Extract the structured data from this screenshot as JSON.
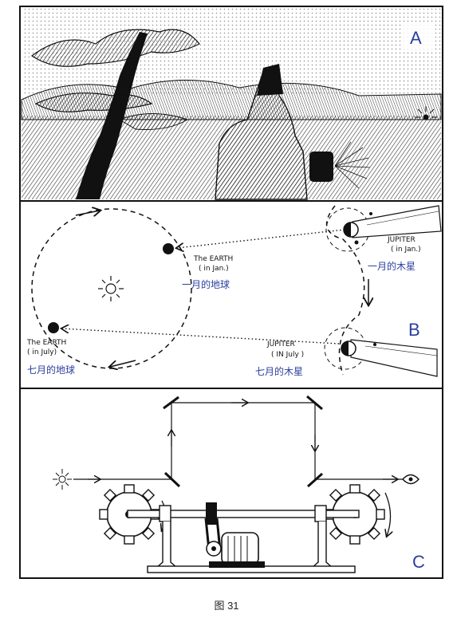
{
  "panels": {
    "a": {
      "letter": "A"
    },
    "b": {
      "letter": "B",
      "earth_jan": {
        "label_line1": "The EARTH",
        "label_line2": "( in Jan.)",
        "cn": "一月的地球"
      },
      "earth_july": {
        "label_line1": "The EARTH",
        "label_line2": "( in July)",
        "cn": "七月的地球"
      },
      "jupiter_jan": {
        "label_line1": "JUPITER",
        "label_line2": "( in Jan.)",
        "cn": "一月的木星"
      },
      "jupiter_july": {
        "label_line1": "JUPITER",
        "label_line2": "( IN July )",
        "cn": "七月的木星"
      }
    },
    "c": {
      "letter": "C"
    }
  },
  "caption": "图 31",
  "colors": {
    "ink": "#111111",
    "annotation": "#2b3f9e",
    "background": "#ffffff"
  }
}
